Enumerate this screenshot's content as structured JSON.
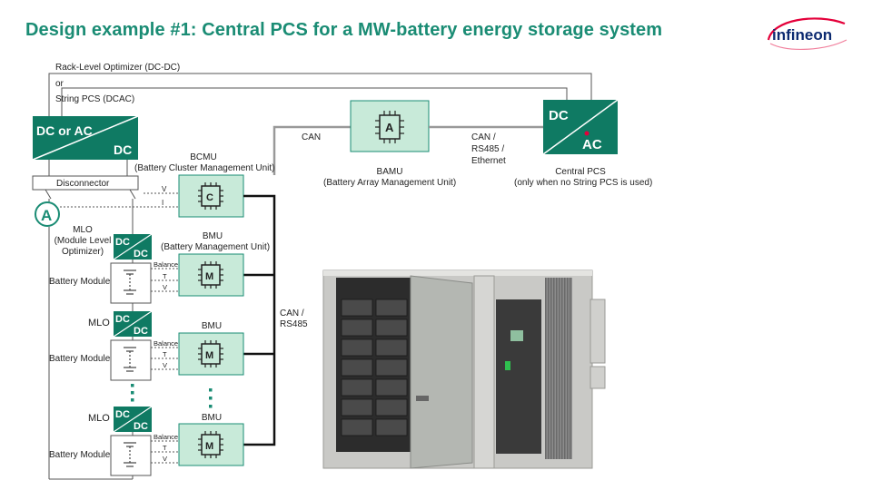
{
  "title": "Design example #1: Central PCS for a MW-battery energy storage system",
  "logo_text": "infineon",
  "colors": {
    "accent": "#1a8c74",
    "box_fill": "#c8ead9",
    "dark_green": "#0f7a63"
  },
  "labels": {
    "rack_optimizer": "Rack-Level Optimizer (DC-DC)",
    "or": "or",
    "string_pcs": "String PCS (DCAC)",
    "dc_or_ac": "DC or AC",
    "dc": "DC",
    "disconnector": "Disconnector",
    "ammeter": "A",
    "bcmu_name": "BCMU",
    "bcmu_full": "(Battery Cluster Management Unit)",
    "bcmu_chip": "C",
    "v": "V",
    "i": "I",
    "can": "CAN",
    "bamu_chip": "A",
    "bamu_name": "BAMU",
    "bamu_full": "(Battery Array Management Unit)",
    "can_rs485_eth_1": "CAN /",
    "can_rs485_eth_2": "RS485 /",
    "can_rs485_eth_3": "Ethernet",
    "central_dc": "DC",
    "central_ac": "AC",
    "central_pcs_name": "Central PCS",
    "central_pcs_note": "(only when no String PCS is used)",
    "mlo_1": "MLO",
    "mlo_2": "(Module Level",
    "mlo_3": "Optimizer)",
    "mlo_short": "MLO",
    "mlo_dc_top": "DC",
    "mlo_dc_bottom": "DC",
    "bmu_name": "BMU",
    "bmu_full": "(Battery Management Unit)",
    "bmu_chip": "M",
    "battery_module": "Battery Module",
    "balance": "Balance",
    "t": "T",
    "can_rs485_1": "CAN /",
    "can_rs485_2": "RS485",
    "vertical_dots": "⋮"
  }
}
